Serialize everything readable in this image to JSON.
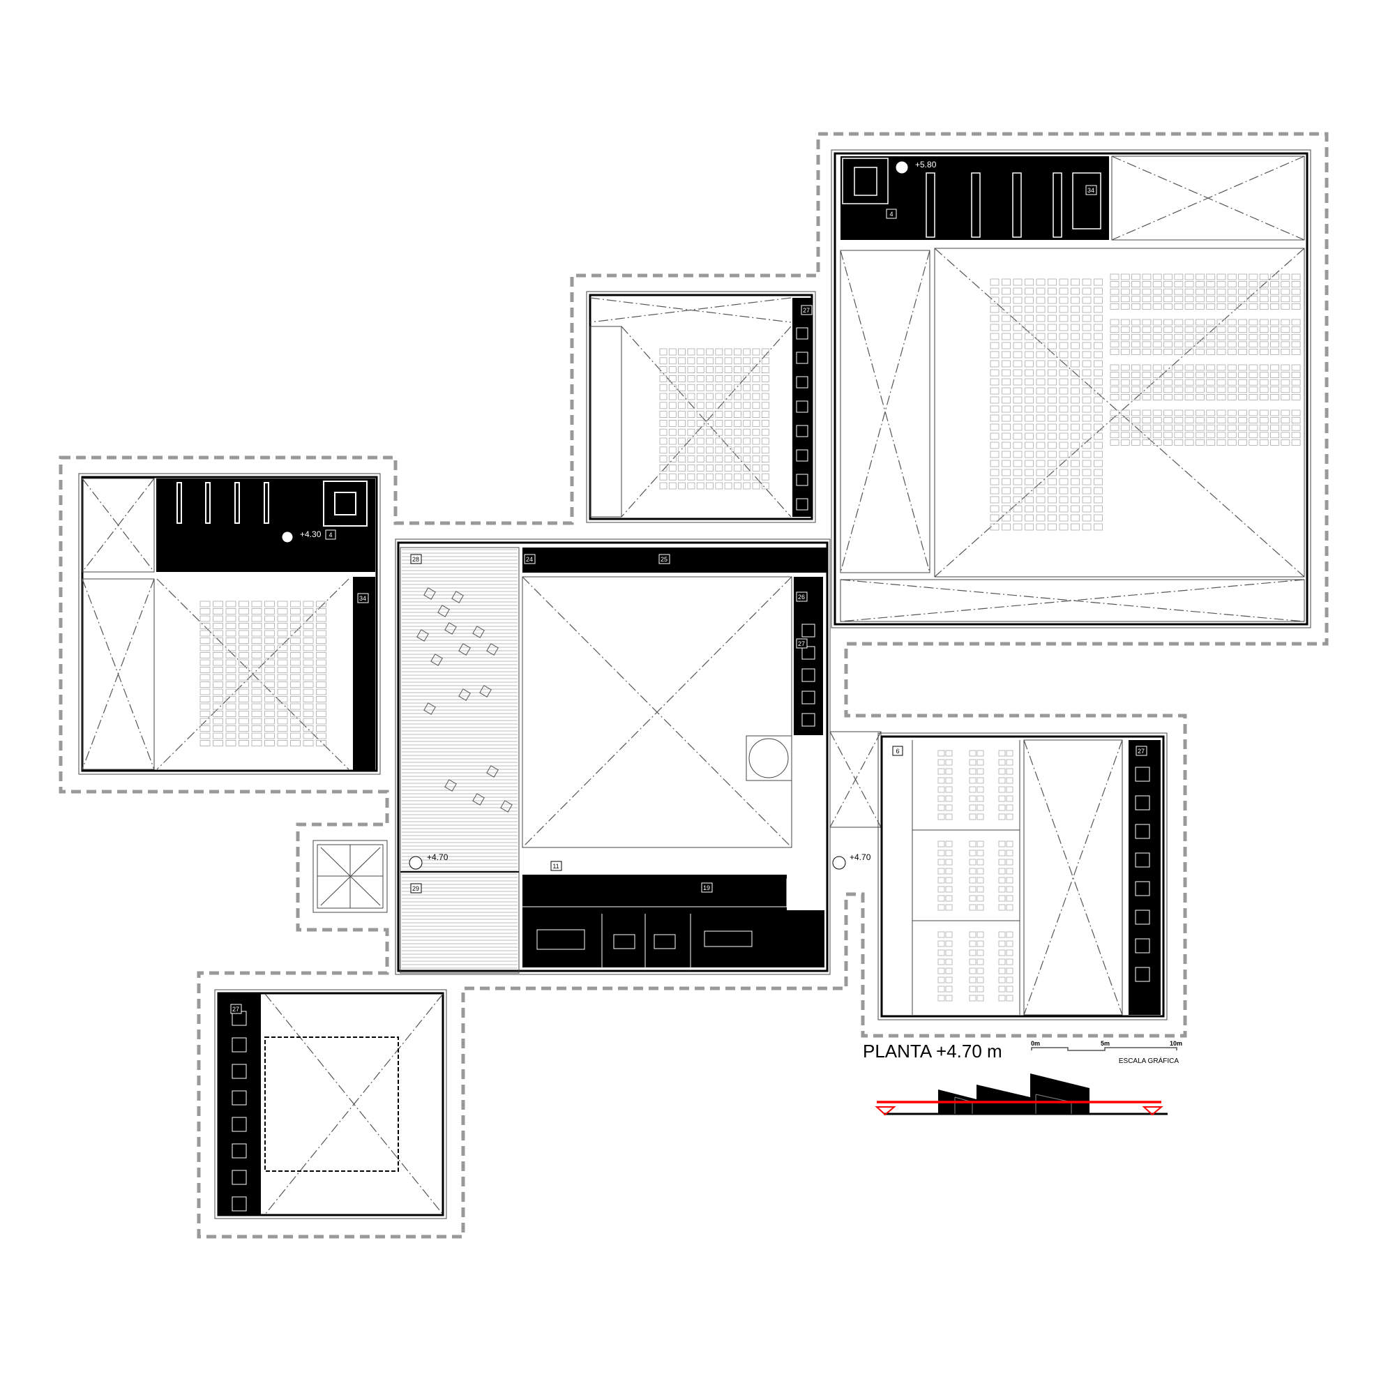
{
  "title": "PLANTA +4.70 m",
  "scale": {
    "ticks": [
      "0m",
      "5m",
      "10m"
    ],
    "label": "ESCALA GRÁFICA"
  },
  "levels": {
    "left": "+4.30",
    "top_right": "+5.80",
    "ramp": "+4.70",
    "bridge": "+4.70"
  },
  "tags": {
    "left_4": "4",
    "left_34": "34",
    "tr_4": "4",
    "tr_34": "34",
    "tm_27": "27",
    "c_28": "28",
    "c_24": "24",
    "c_25": "25",
    "c_26": "26",
    "c_27": "27",
    "c_11": "11",
    "c_19": "19",
    "c_29": "29",
    "r_6": "6",
    "r_27": "27",
    "bl_27": "27"
  },
  "colors": {
    "section_line": "#ff0000",
    "outline_dash": "#999999"
  }
}
